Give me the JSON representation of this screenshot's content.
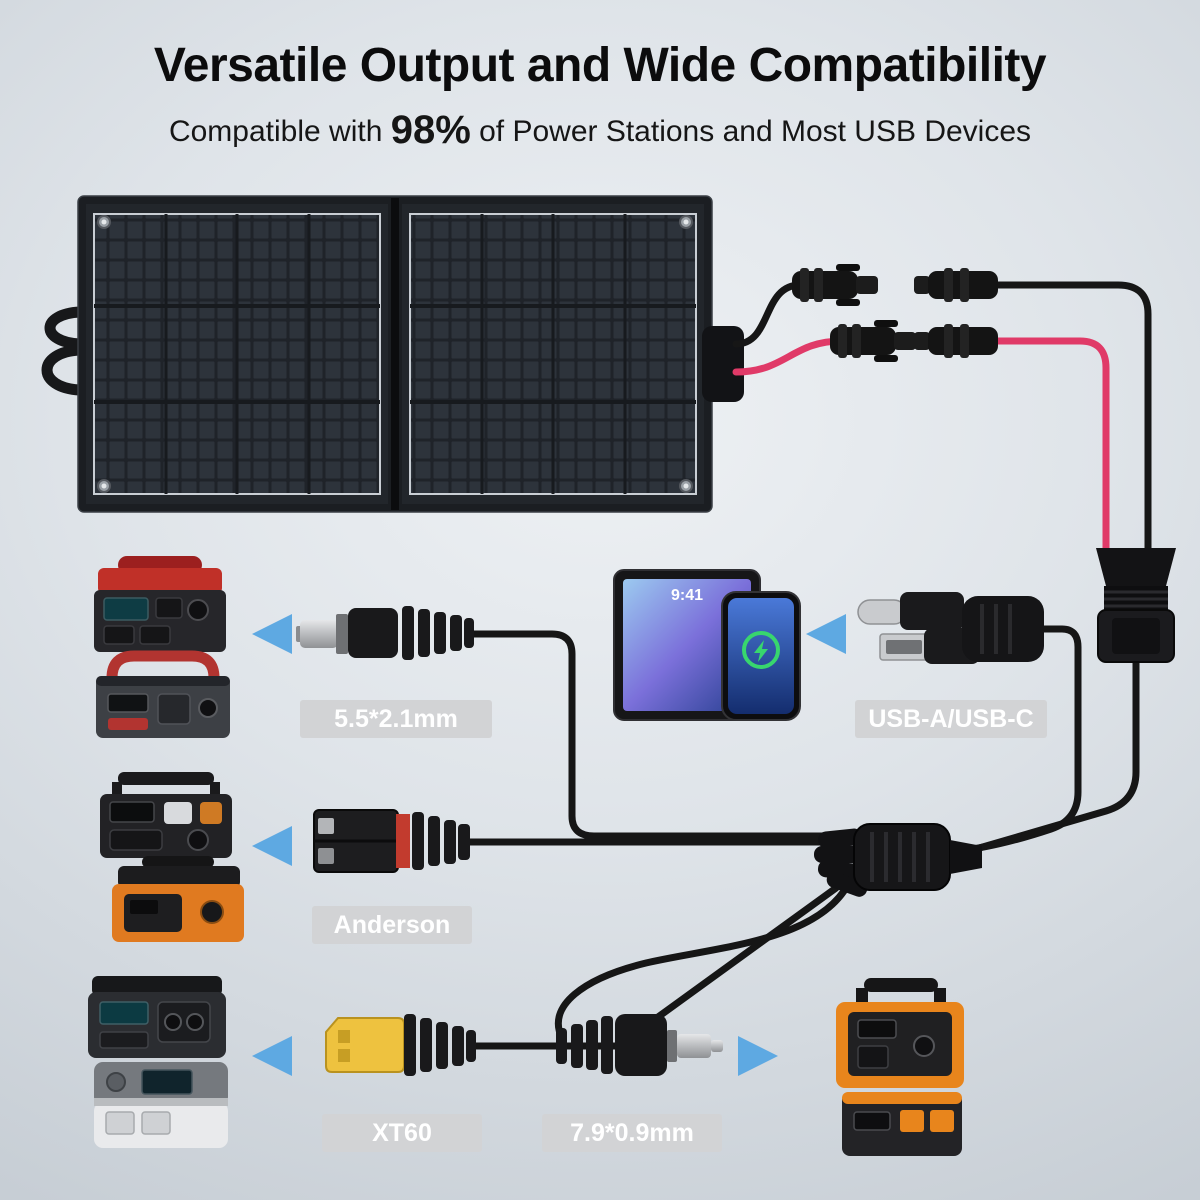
{
  "header": {
    "title": "Versatile Output and Wide Compatibility",
    "subtitle_prefix": "Compatible with ",
    "subtitle_highlight": "98%",
    "subtitle_suffix": " of Power Stations and Most USB Devices"
  },
  "connector_labels": {
    "dc5521": "5.5*2.1mm",
    "usb": "USB-A/USB-C",
    "anderson": "Anderson",
    "xt60": "XT60",
    "dc7909": "7.9*0.9mm"
  },
  "tablet": {
    "status_time": "9:41"
  },
  "colors": {
    "arrow": "#5ea9e2",
    "cable_black": "#161616",
    "cable_red": "#e03a68",
    "label_bg": "#d2d3d5",
    "label_text": "#ffffff",
    "xt60_yellow": "#eec23f"
  }
}
